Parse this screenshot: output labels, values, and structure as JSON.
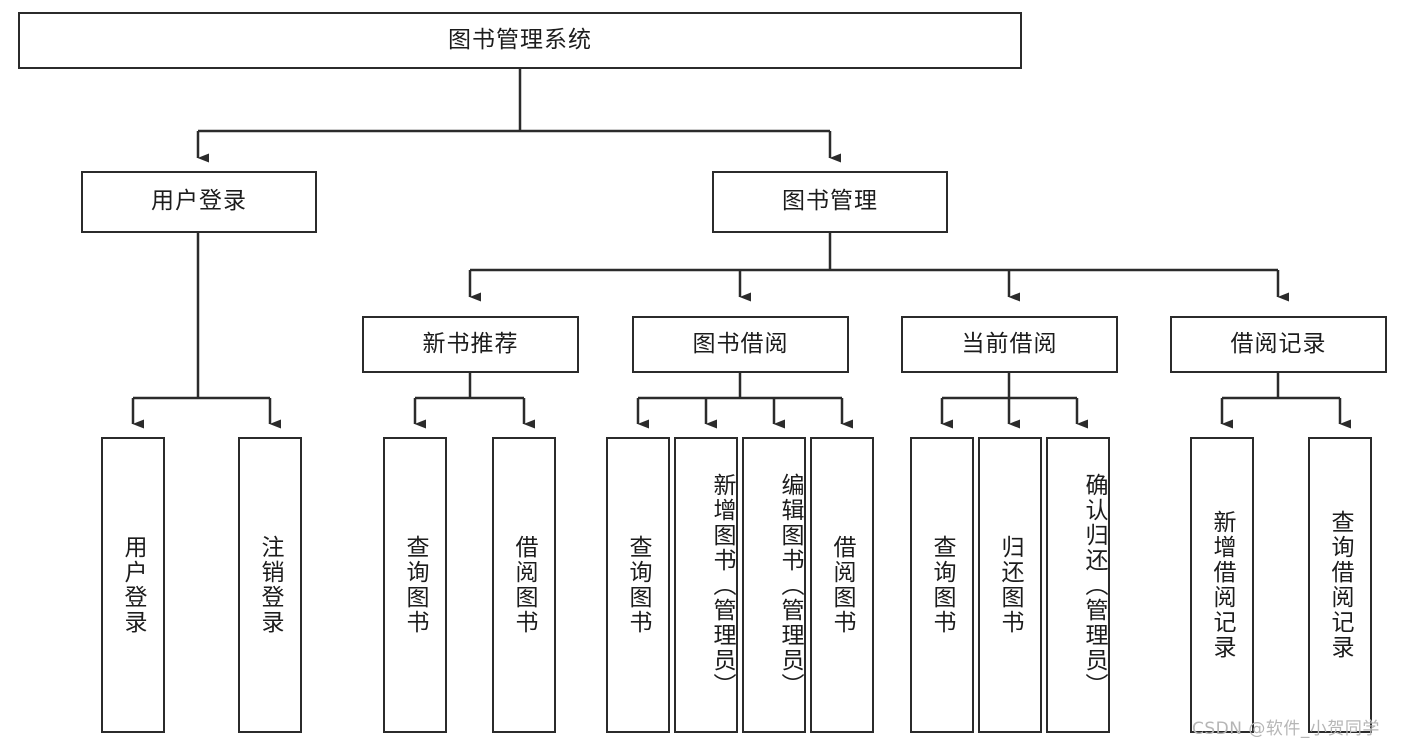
{
  "diagram": {
    "title": "图书管理系统",
    "type": "tree-hierarchy",
    "background_color": "#ffffff",
    "line_color": "#2b2b2b",
    "text_color": "#1c1c1c",
    "root": {
      "label": "图书管理系统"
    },
    "level2": [
      {
        "label": "用户登录"
      },
      {
        "label": "图书管理"
      }
    ],
    "level3": [
      {
        "label": "新书推荐"
      },
      {
        "label": "图书借阅"
      },
      {
        "label": "当前借阅"
      },
      {
        "label": "借阅记录"
      }
    ],
    "leaves": {
      "user_login": [
        {
          "label": "用户登录"
        },
        {
          "label": "注销登录"
        }
      ],
      "new_book_recommend": [
        {
          "label": "查询图书"
        },
        {
          "label": "借阅图书"
        }
      ],
      "book_borrow": [
        {
          "label": "查询图书"
        },
        {
          "label": "新增图书（管理员）"
        },
        {
          "label": "编辑图书（管理员）"
        },
        {
          "label": "借阅图书"
        }
      ],
      "current_borrow": [
        {
          "label": "查询图书"
        },
        {
          "label": "归还图书"
        },
        {
          "label": "确认归还（管理员）"
        }
      ],
      "borrow_record": [
        {
          "label": "新增借阅记录"
        },
        {
          "label": "查询借阅记录"
        }
      ]
    }
  },
  "watermark": {
    "text": "CSDN @软件_小贺同学"
  }
}
